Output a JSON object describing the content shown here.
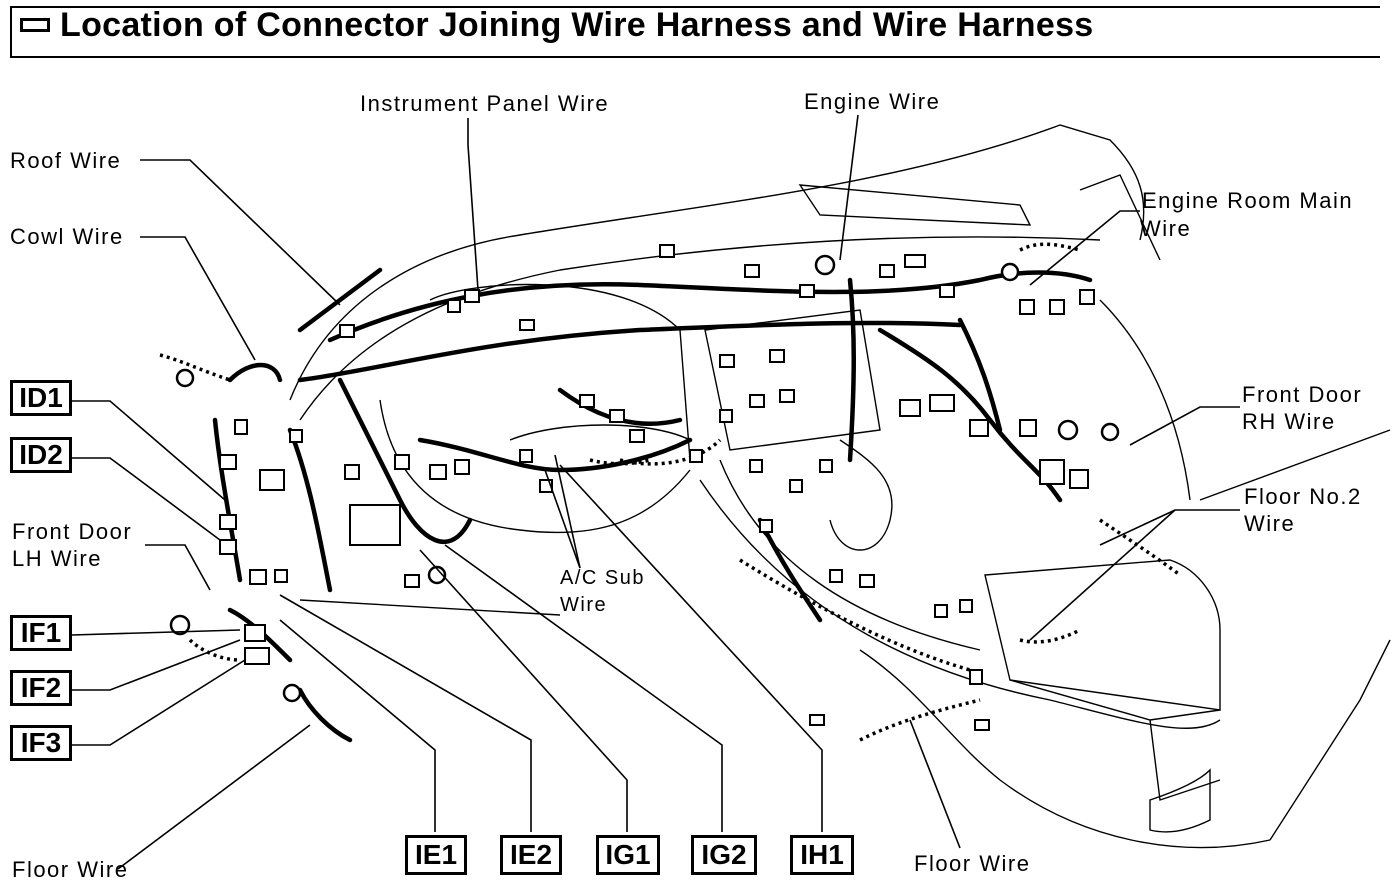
{
  "title": "Location of Connector Joining Wire Harness and Wire Harness",
  "labels": {
    "instrument_panel_wire": "Instrument Panel Wire",
    "engine_wire": "Engine Wire",
    "roof_wire": "Roof Wire",
    "cowl_wire": "Cowl Wire",
    "engine_room_main_wire_1": "Engine Room Main",
    "engine_room_main_wire_2": "Wire",
    "front_door_rh_wire_1": "Front Door",
    "front_door_rh_wire_2": "RH Wire",
    "floor_no2_wire_1": "Floor No.2",
    "floor_no2_wire_2": "Wire",
    "front_door_lh_wire_1": "Front Door",
    "front_door_lh_wire_2": "LH Wire",
    "ac_sub_wire_1": "A/C Sub",
    "ac_sub_wire_2": "Wire",
    "floor_wire_left": "Floor Wire",
    "floor_wire_right": "Floor Wire"
  },
  "connectors": {
    "id1": "ID1",
    "id2": "ID2",
    "if1": "IF1",
    "if2": "IF2",
    "if3": "IF3",
    "ie1": "IE1",
    "ie2": "IE2",
    "ig1": "IG1",
    "ig2": "IG2",
    "ih1": "IH1"
  }
}
